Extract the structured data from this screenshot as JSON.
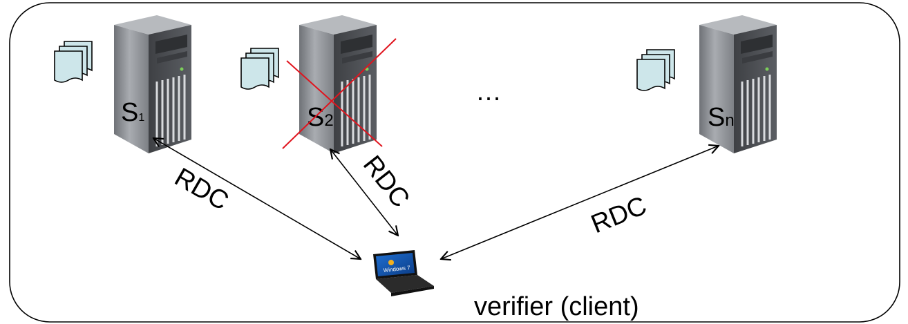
{
  "servers": [
    {
      "name": "S",
      "subscript": "1",
      "failed": false
    },
    {
      "name": "S",
      "subscript": "2",
      "failed": true
    },
    {
      "name": "S",
      "subscript": "n",
      "failed": false
    }
  ],
  "ellipsis": "…",
  "links": [
    {
      "label": "RDC"
    },
    {
      "label": "RDC"
    },
    {
      "label": "RDC"
    }
  ],
  "client": {
    "label": "verifier (client)",
    "os_badge": "Windows 7"
  },
  "colors": {
    "border": "#000000",
    "file_fill": "#cde6ea",
    "server_body": "#8e9196",
    "cross": "#e0141e",
    "arrow": "#000000"
  }
}
